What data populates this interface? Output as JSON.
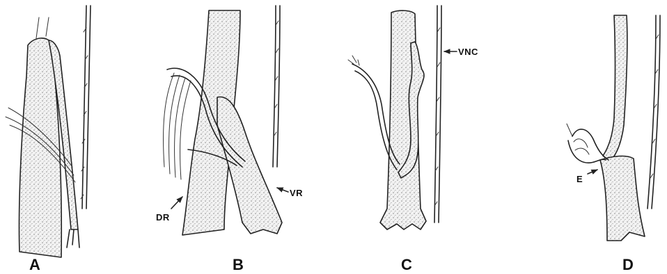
{
  "colors": {
    "ink": "#222222",
    "stipple": "#bdbdbd",
    "paper": "#ffffff"
  },
  "panels": [
    {
      "id": "A",
      "label": "A"
    },
    {
      "id": "B",
      "label": "B"
    },
    {
      "id": "C",
      "label": "C"
    },
    {
      "id": "D",
      "label": "D"
    }
  ],
  "labels": {
    "dr": "DR",
    "vr": "VR",
    "vnc": "VNC",
    "e": "E"
  }
}
